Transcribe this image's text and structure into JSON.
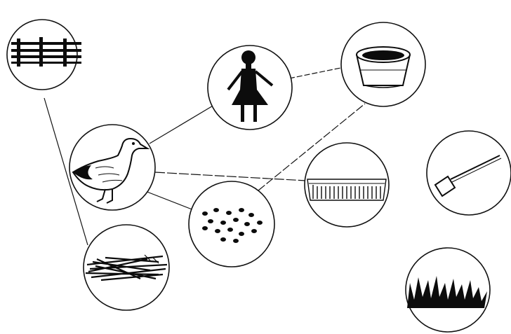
{
  "diagram": {
    "nodes": [
      {
        "id": "fence",
        "icon": "fence-icon"
      },
      {
        "id": "woman",
        "icon": "woman-icon"
      },
      {
        "id": "basket",
        "icon": "basket-icon"
      },
      {
        "id": "duck",
        "icon": "duck-icon"
      },
      {
        "id": "trough",
        "icon": "trough-icon"
      },
      {
        "id": "shovel",
        "icon": "shovel-icon"
      },
      {
        "id": "grain",
        "icon": "grain-icon"
      },
      {
        "id": "straw",
        "icon": "straw-icon"
      },
      {
        "id": "grass",
        "icon": "grass-icon"
      }
    ],
    "links": [
      {
        "from": "fence",
        "to": "straw"
      },
      {
        "from": "duck",
        "to": "woman"
      },
      {
        "from": "woman",
        "to": "basket"
      },
      {
        "from": "duck",
        "to": "trough"
      },
      {
        "from": "duck",
        "to": "grain"
      },
      {
        "from": "grain",
        "to": "basket"
      }
    ],
    "colors": {
      "ink": "#0c0c0c",
      "background": "#ffffff"
    }
  }
}
